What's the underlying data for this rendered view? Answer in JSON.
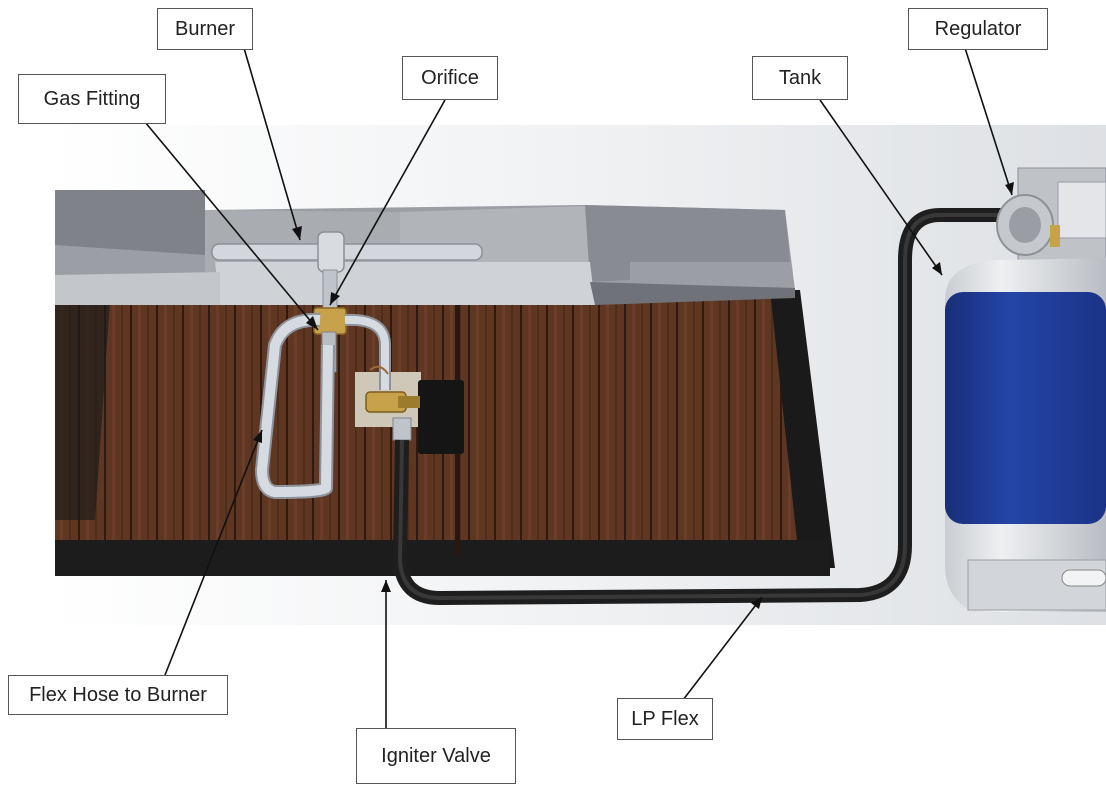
{
  "labels": {
    "burner": "Burner",
    "gas_fitting": "Gas Fitting",
    "orifice": "Orifice",
    "tank": "Tank",
    "regulator": "Regulator",
    "flex_hose": "Flex Hose to Burner",
    "igniter_valve": "Igniter Valve",
    "lp_flex": "LP Flex"
  },
  "colors": {
    "wood": "#5a3320",
    "concrete_top": "#8c8f94",
    "tank_blue": "#1f3a93",
    "hose_dark": "#2a2a2a",
    "flex_hose": "#c7cbd4",
    "brass": "#c8a24a"
  }
}
